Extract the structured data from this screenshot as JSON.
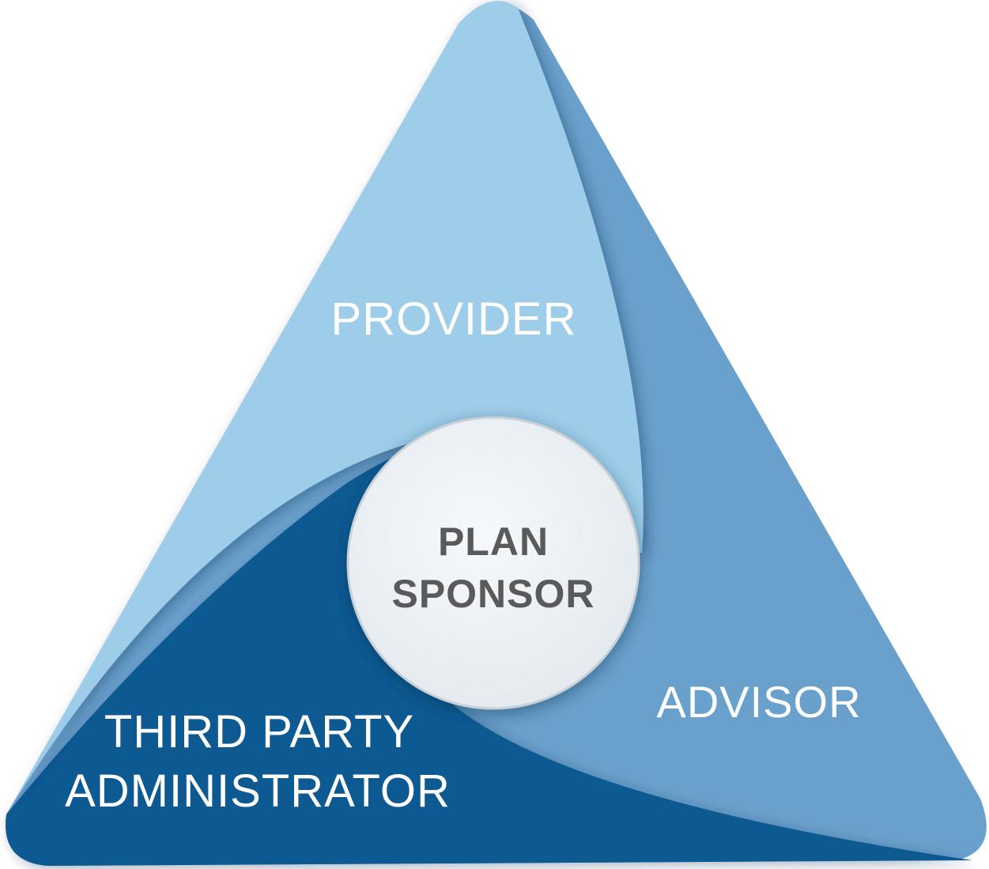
{
  "diagram": {
    "segments": {
      "provider": {
        "label": "PROVIDER",
        "color": "#9ecde9"
      },
      "advisor": {
        "label": "ADVISOR",
        "color": "#6aa1cc"
      },
      "tpa": {
        "label_line1": "THIRD PARTY",
        "label_line2": "ADMINISTRATOR",
        "color": "#115a92"
      }
    },
    "center": {
      "label_line1": "PLAN",
      "label_line2": "SPONSOR",
      "fill": "#eef2f5"
    }
  }
}
